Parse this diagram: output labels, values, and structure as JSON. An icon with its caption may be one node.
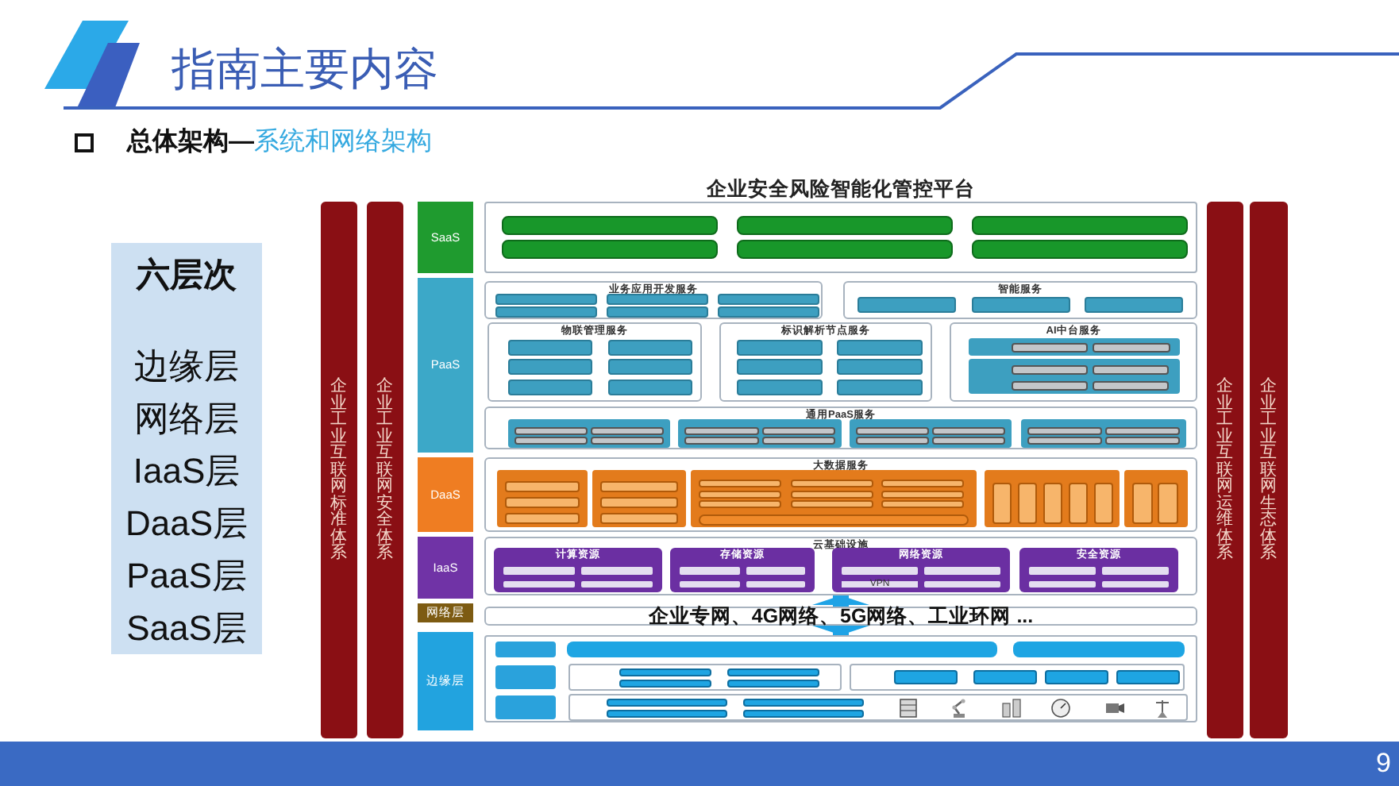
{
  "diagram": {
    "title": "指南主要内容",
    "nodes": [
      {
        "text": [
          "六层次",
          "边缘层",
          "网络层",
          "IaaS层",
          "DaaS层",
          "PaaS层",
          "SaaS层"
        ]
      },
      {
        "text": [
          "企业工业互联网标准体系"
        ]
      },
      {
        "text": [
          "企业工业互联网安全体系"
        ]
      },
      {
        "text": [
          "SaaS"
        ]
      },
      {
        "text": [
          "PaaS"
        ]
      },
      {
        "text": [
          "DaaS"
        ]
      },
      {
        "text": [
          "IaaS"
        ]
      },
      {
        "text": [
          "网络层"
        ]
      },
      {
        "text": [
          "边缘层"
        ]
      },
      {
        "text": [],
        "shape": "box"
      },
      {
        "text": [],
        "shape": "bar",
        "in": 9
      },
      {
        "text": [],
        "shape": "bar",
        "in": 9
      },
      {
        "text": [],
        "shape": "bar",
        "in": 9
      },
      {
        "text": [],
        "shape": "bar",
        "in": 9
      },
      {
        "text": [],
        "shape": "bar",
        "in": 9
      },
      {
        "text": [],
        "shape": "bar",
        "in": 9
      },
      {
        "text": [
          "业务应用开发服务"
        ]
      },
      {
        "text": [],
        "shape": "box",
        "in": 16
      },
      {
        "text": [],
        "shape": "box",
        "in": 16
      },
      {
        "text": [],
        "shape": "box",
        "in": 16
      },
      {
        "text": [],
        "shape": "box",
        "in": 16
      },
      {
        "text": [],
        "shape": "box",
        "in": 16
      },
      {
        "text": [],
        "shape": "box",
        "in": 16
      },
      {
        "text": [
          "智能服务"
        ]
      },
      {
        "text": [],
        "shape": "box",
        "in": 23
      },
      {
        "text": [],
        "shape": "box",
        "in": 23
      },
      {
        "text": [],
        "shape": "box",
        "in": 23
      },
      {
        "text": [
          "物联管理服务"
        ]
      },
      {
        "text": [],
        "shape": "box",
        "in": 27
      },
      {
        "text": [],
        "shape": "box",
        "in": 27
      },
      {
        "text": [],
        "shape": "box",
        "in": 27
      },
      {
        "text": [],
        "shape": "box",
        "in": 27
      },
      {
        "text": [],
        "shape": "box",
        "in": 27
      },
      {
        "text": [],
        "shape": "box",
        "in": 27
      },
      {
        "text": [
          "标识解析节点服务"
        ]
      },
      {
        "text": [],
        "shape": "box",
        "in": 34
      },
      {
        "text": [],
        "shape": "box",
        "in": 34
      },
      {
        "text": [],
        "shape": "box",
        "in": 34
      },
      {
        "text": [],
        "shape": "box",
        "in": 34
      },
      {
        "text": [],
        "shape": "box",
        "in": 34
      },
      {
        "text": [],
        "shape": "box",
        "in": 34
      },
      {
        "text": [
          "AI中台服务"
        ]
      },
      {
        "text": [],
        "shape": "box",
        "in": 41
      },
      {
        "text": [],
        "shape": "box",
        "in": 42
      },
      {
        "text": [],
        "shape": "box",
        "in": 42
      },
      {
        "text": [],
        "shape": "box",
        "in": 41
      },
      {
        "text": [],
        "shape": "box",
        "in": 45
      },
      {
        "text": [],
        "shape": "box",
        "in": 45
      },
      {
        "text": [],
        "shape": "box",
        "in": 45
      },
      {
        "text": [],
        "shape": "box",
        "in": 45
      },
      {
        "text": [
          "通用PaaS服务"
        ]
      },
      {
        "text": [],
        "shape": "box",
        "in": 50
      },
      {
        "text": [],
        "shape": "box",
        "in": 51
      },
      {
        "text": [],
        "shape": "box",
        "in": 51
      },
      {
        "text": [],
        "shape": "box",
        "in": 51
      },
      {
        "text": [],
        "shape": "box",
        "in": 51
      },
      {
        "text": [],
        "shape": "box",
        "in": 50
      },
      {
        "text": [],
        "shape": "box",
        "in": 56
      },
      {
        "text": [],
        "shape": "box",
        "in": 56
      },
      {
        "text": [],
        "shape": "box",
        "in": 56
      },
      {
        "text": [],
        "shape": "box",
        "in": 56
      },
      {
        "text": [],
        "shape": "box",
        "in": 50
      },
      {
        "text": [],
        "shape": "box",
        "in": 61
      },
      {
        "text": [],
        "shape": "box",
        "in": 61
      },
      {
        "text": [],
        "shape": "box",
        "in": 61
      },
      {
        "text": [],
        "shape": "box",
        "in": 61
      },
      {
        "text": [],
        "shape": "box",
        "in": 50
      },
      {
        "text": [],
        "shape": "box",
        "in": 66
      },
      {
        "text": [],
        "shape": "box",
        "in": 66
      },
      {
        "text": [],
        "shape": "box",
        "in": 66
      },
      {
        "text": [],
        "shape": "box",
        "in": 66
      },
      {
        "text": [
          "大数据服务"
        ]
      },
      {
        "text": [],
        "shape": "box",
        "in": 71
      },
      {
        "text": [],
        "shape": "box",
        "in": 72
      },
      {
        "text": [],
        "shape": "box",
        "in": 72
      },
      {
        "text": [],
        "shape": "box",
        "in": 72
      },
      {
        "text": [],
        "shape": "box",
        "in": 71
      },
      {
        "text": [],
        "shape": "box",
        "in": 76
      },
      {
        "text": [],
        "shape": "box",
        "in": 76
      },
      {
        "text": [],
        "shape": "box",
        "in": 76
      },
      {
        "text": [],
        "shape": "box",
        "in": 71
      },
      {
        "text": [],
        "shape": "box",
        "in": 80
      },
      {
        "text": [],
        "shape": "box",
        "in": 80
      },
      {
        "text": [],
        "shape": "box",
        "in": 80
      },
      {
        "text": [],
        "shape": "box",
        "in": 80
      },
      {
        "text": [],
        "shape": "box",
        "in": 80
      },
      {
        "text": [],
        "shape": "box",
        "in": 80
      },
      {
        "text": [],
        "shape": "box",
        "in": 80
      },
      {
        "text": [],
        "shape": "box",
        "in": 80
      },
      {
        "text": [],
        "shape": "box",
        "in": 80
      },
      {
        "text": [],
        "shape": "bar",
        "in": 80
      },
      {
        "text": [],
        "shape": "box",
        "in": 71
      },
      {
        "text": [],
        "shape": "box",
        "in": 91
      },
      {
        "text": [],
        "shape": "box",
        "in": 91
      },
      {
        "text": [],
        "shape": "box",
        "in": 91
      },
      {
        "text": [],
        "shape": "box",
        "in": 91
      },
      {
        "text": [],
        "shape": "box",
        "in": 91
      },
      {
        "text": [],
        "shape": "box",
        "in": 71
      },
      {
        "text": [],
        "shape": "box",
        "in": 97
      },
      {
        "text": [],
        "shape": "box",
        "in": 97
      },
      {
        "text": [
          "云基础设施"
        ]
      },
      {
        "text": [
          "计算资源"
        ],
        "in": 100
      },
      {
        "text": [],
        "shape": "box",
        "in": 101
      },
      {
        "text": [],
        "shape": "box",
        "in": 101
      },
      {
        "text": [],
        "shape": "box",
        "in": 101
      },
      {
        "text": [],
        "shape": "box",
        "in": 101
      },
      {
        "text": [
          "存储资源"
        ],
        "in": 100
      },
      {
        "text": [],
        "shape": "box",
        "in": 106
      },
      {
        "text": [],
        "shape": "box",
        "in": 106
      },
      {
        "text": [],
        "shape": "box",
        "in": 106
      },
      {
        "text": [],
        "shape": "box",
        "in": 106
      },
      {
        "text": [
          "网络资源"
        ],
        "in": 100
      },
      {
        "text": [],
        "shape": "box",
        "in": 111
      },
      {
        "text": [],
        "shape": "box",
        "in": 111
      },
      {
        "text": [
          "VPN"
        ],
        "in": 111
      },
      {
        "text": [],
        "shape": "box",
        "in": 111
      },
      {
        "text": [
          "安全资源"
        ],
        "in": 100
      },
      {
        "text": [],
        "shape": "box",
        "in": 116
      },
      {
        "text": [],
        "shape": "box",
        "in": 116
      },
      {
        "text": [],
        "shape": "box",
        "in": 116
      },
      {
        "text": [],
        "shape": "box",
        "in": 116
      },
      {
        "text": [
          "企业专网、4G网络、5G网络、工业环网 ..."
        ]
      },
      {
        "text": [],
        "shape": "box"
      },
      {
        "text": [],
        "shape": "box",
        "in": 122
      },
      {
        "text": [],
        "shape": "bar",
        "in": 122
      },
      {
        "text": [],
        "shape": "bar",
        "in": 122
      },
      {
        "text": [],
        "shape": "box",
        "in": 122
      },
      {
        "text": [],
        "shape": "box",
        "in": 122
      },
      {
        "text": [],
        "shape": "box",
        "in": 127
      },
      {
        "text": [],
        "shape": "box",
        "in": 127
      },
      {
        "text": [],
        "shape": "box",
        "in": 127
      },
      {
        "text": [],
        "shape": "box",
        "in": 127
      },
      {
        "text": [],
        "shape": "box",
        "in": 122
      },
      {
        "text": [],
        "shape": "box",
        "in": 132
      },
      {
        "text": [],
        "shape": "box",
        "in": 132
      },
      {
        "text": [],
        "shape": "box",
        "in": 132
      },
      {
        "text": [],
        "shape": "box",
        "in": 132
      },
      {
        "text": [],
        "shape": "box",
        "in": 122
      },
      {
        "text": [],
        "shape": "box",
        "in": 122
      },
      {
        "text": [],
        "shape": "box",
        "in": 138
      },
      {
        "text": [],
        "shape": "box",
        "in": 138
      },
      {
        "text": [],
        "shape": "box",
        "in": 138
      },
      {
        "text": [],
        "shape": "box",
        "in": 138
      },
      {
        "text": [
          "企业工业互联网运维体系"
        ]
      },
      {
        "text": [
          "企业工业互联网生态体系"
        ]
      }
    ],
    "edges": [
      {
        "from": 121,
        "to": 100,
        "arrow": "to"
      },
      {
        "from": 121,
        "to": 122,
        "arrow": "to"
      }
    ],
    "labels": [
      "总体架构—",
      "系统和网络架构",
      "企业安全风险智能化管控平台",
      "9"
    ]
  }
}
